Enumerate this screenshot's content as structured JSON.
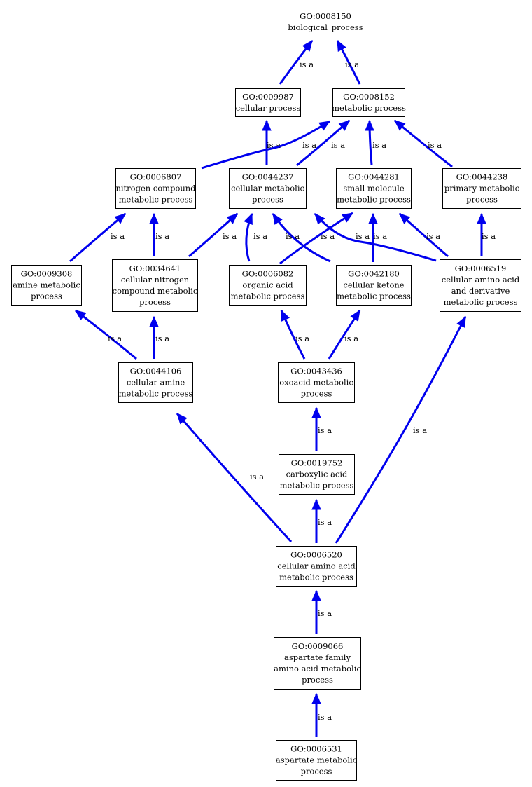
{
  "diagram": {
    "nodes": [
      {
        "id": "n0008150",
        "lines": [
          "GO:0008150",
          "biological_process"
        ]
      },
      {
        "id": "n0009987",
        "lines": [
          "GO:0009987",
          "cellular process"
        ]
      },
      {
        "id": "n0008152",
        "lines": [
          "GO:0008152",
          "metabolic process"
        ]
      },
      {
        "id": "n0006807",
        "lines": [
          "GO:0006807",
          "nitrogen compound",
          "metabolic process"
        ]
      },
      {
        "id": "n0044237",
        "lines": [
          "GO:0044237",
          "cellular metabolic",
          "process"
        ]
      },
      {
        "id": "n0044281",
        "lines": [
          "GO:0044281",
          "small molecule",
          "metabolic process"
        ]
      },
      {
        "id": "n0044238",
        "lines": [
          "GO:0044238",
          "primary metabolic",
          "process"
        ]
      },
      {
        "id": "n0009308",
        "lines": [
          "GO:0009308",
          "amine metabolic",
          "process"
        ]
      },
      {
        "id": "n0034641",
        "lines": [
          "GO:0034641",
          "cellular nitrogen",
          "compound metabolic",
          "process"
        ]
      },
      {
        "id": "n0006082",
        "lines": [
          "GO:0006082",
          "organic acid",
          "metabolic process"
        ]
      },
      {
        "id": "n0042180",
        "lines": [
          "GO:0042180",
          "cellular ketone",
          "metabolic process"
        ]
      },
      {
        "id": "n0006519",
        "lines": [
          "GO:0006519",
          "cellular amino acid",
          "and derivative",
          "metabolic process"
        ]
      },
      {
        "id": "n0044106",
        "lines": [
          "GO:0044106",
          "cellular amine",
          "metabolic process"
        ]
      },
      {
        "id": "n0043436",
        "lines": [
          "GO:0043436",
          "oxoacid metabolic",
          "process"
        ]
      },
      {
        "id": "n0019752",
        "lines": [
          "GO:0019752",
          "carboxylic acid",
          "metabolic process"
        ]
      },
      {
        "id": "n0006520",
        "lines": [
          "GO:0006520",
          "cellular amino acid",
          "metabolic process"
        ]
      },
      {
        "id": "n0009066",
        "lines": [
          "GO:0009066",
          "aspartate family",
          "amino acid metabolic",
          "process"
        ]
      },
      {
        "id": "n0006531",
        "lines": [
          "GO:0006531",
          "aspartate metabolic",
          "process"
        ]
      }
    ],
    "edges": [
      {
        "from": "n0009987",
        "to": "n0008150",
        "label": "is a"
      },
      {
        "from": "n0008152",
        "to": "n0008150",
        "label": "is a"
      },
      {
        "from": "n0044237",
        "to": "n0009987",
        "label": "is a"
      },
      {
        "from": "n0006807",
        "to": "n0008152",
        "label": "is a"
      },
      {
        "from": "n0044237",
        "to": "n0008152",
        "label": "is a"
      },
      {
        "from": "n0044281",
        "to": "n0008152",
        "label": "is a"
      },
      {
        "from": "n0044238",
        "to": "n0008152",
        "label": "is a"
      },
      {
        "from": "n0009308",
        "to": "n0006807",
        "label": "is a"
      },
      {
        "from": "n0034641",
        "to": "n0006807",
        "label": "is a"
      },
      {
        "from": "n0034641",
        "to": "n0044237",
        "label": "is a"
      },
      {
        "from": "n0006082",
        "to": "n0044237",
        "label": "is a"
      },
      {
        "from": "n0042180",
        "to": "n0044237",
        "label": "is a"
      },
      {
        "from": "n0006519",
        "to": "n0044237",
        "label": "is a"
      },
      {
        "from": "n0006082",
        "to": "n0044281",
        "label": "is a"
      },
      {
        "from": "n0042180",
        "to": "n0044281",
        "label": "is a"
      },
      {
        "from": "n0006519",
        "to": "n0044281",
        "label": "is a"
      },
      {
        "from": "n0006519",
        "to": "n0044238",
        "label": "is a"
      },
      {
        "from": "n0044106",
        "to": "n0009308",
        "label": "is a"
      },
      {
        "from": "n0044106",
        "to": "n0034641",
        "label": "is a"
      },
      {
        "from": "n0043436",
        "to": "n0006082",
        "label": "is a"
      },
      {
        "from": "n0043436",
        "to": "n0042180",
        "label": "is a"
      },
      {
        "from": "n0019752",
        "to": "n0043436",
        "label": "is a"
      },
      {
        "from": "n0006520",
        "to": "n0019752",
        "label": "is a"
      },
      {
        "from": "n0006520",
        "to": "n0044106",
        "label": "is a"
      },
      {
        "from": "n0006520",
        "to": "n0006519",
        "label": "is a"
      },
      {
        "from": "n0009066",
        "to": "n0006520",
        "label": "is a"
      },
      {
        "from": "n0006531",
        "to": "n0009066",
        "label": "is a"
      }
    ]
  }
}
